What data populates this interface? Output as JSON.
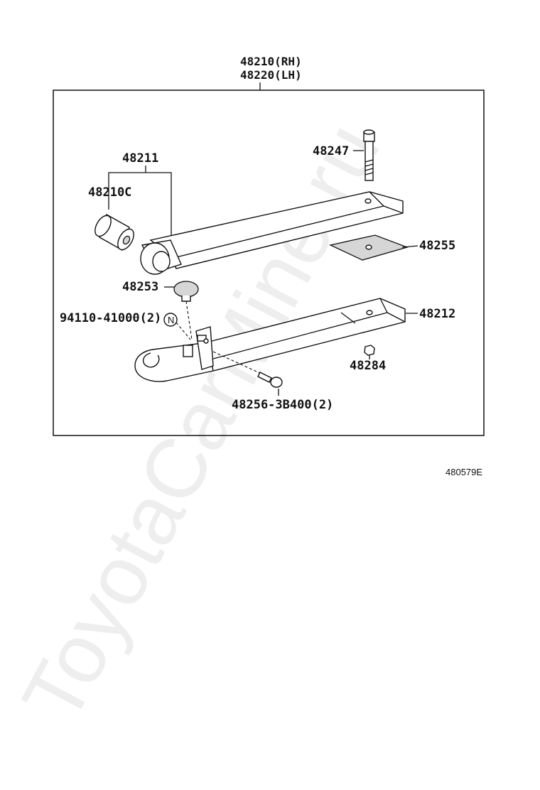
{
  "watermark": "ToyotaCarMine.ru",
  "assembly": {
    "rh": "48210(RH)",
    "lh": "48220(LH)"
  },
  "labels": {
    "spring_no1": "48211",
    "bushing": "48210C",
    "center_bolt": "48247",
    "spacer": "48255",
    "bumper": "48253",
    "rivet": "94110-41000(2)",
    "n_mark": "N",
    "spring_no2": "48212",
    "nut": "48284",
    "clip_bolt": "48256-3B400(2)"
  },
  "figure_code": "480579E"
}
